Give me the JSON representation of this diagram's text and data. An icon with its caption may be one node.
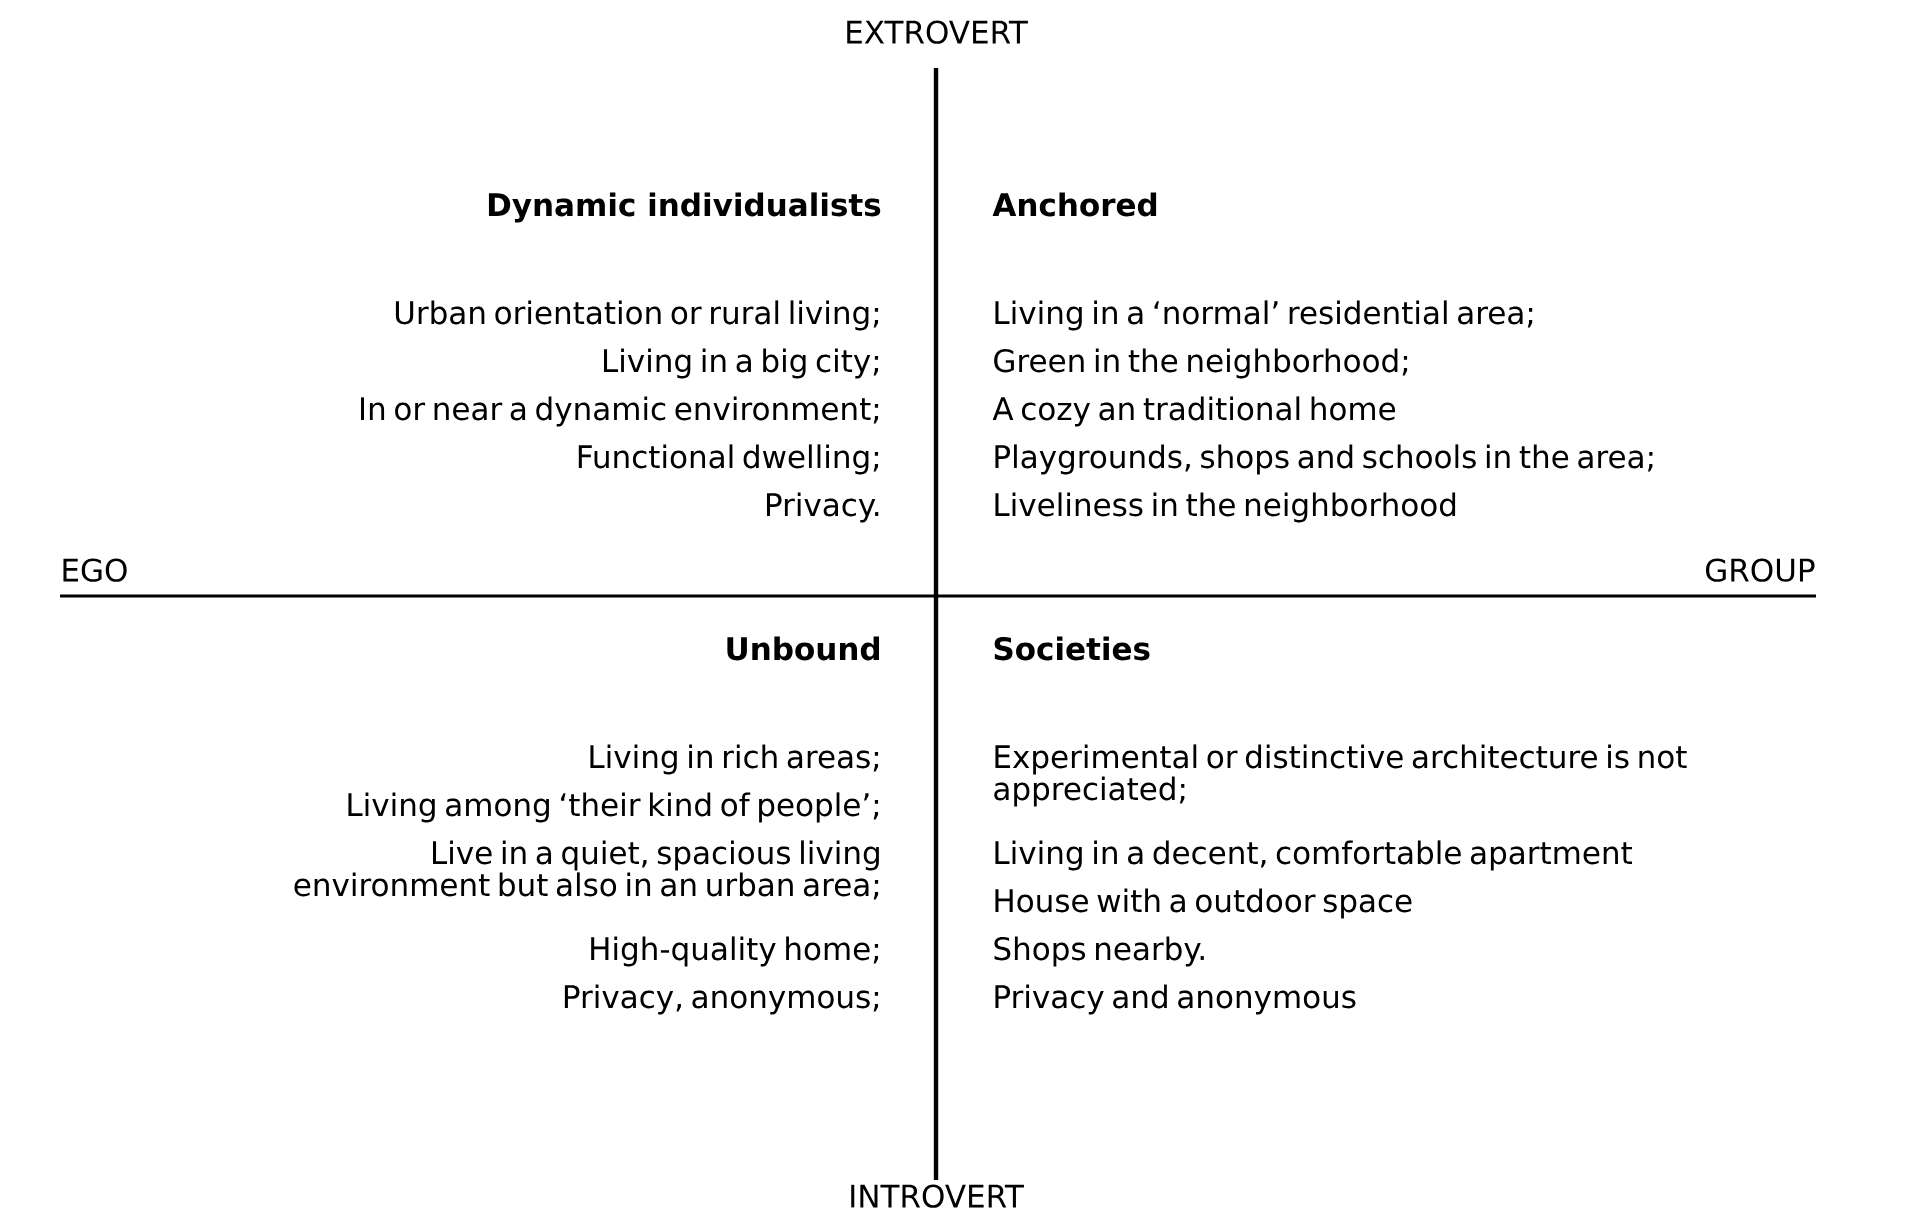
{
  "diagram": {
    "labels": [
      "EXTROVERT",
      "Dynamic individualists",
      "Urban orientation or rural living;",
      "Living in a big city;",
      "In or near a dynamic environment;",
      "Functional dwelling;",
      "Privacy.",
      "Anchored",
      "Living in a ‘normal’ residential area;",
      "Green in the neighborhood;",
      "A cozy an traditional home",
      "Playgrounds, shops and schools in the area;",
      "Liveliness in the neighborhood",
      "EGO",
      "GROUP",
      "Unbound",
      "Living in rich areas;",
      "Living among ‘their kind of people’;",
      "Live in a quiet, spacious living environment but also in an urban area;",
      "High-quality home;",
      "Privacy, anonymous;",
      "Societies",
      "Experimental or distinctive architecture is not appreciated;",
      "Living in a decent, comfortable apartment",
      "House with a outdoor space",
      "Shops nearby.",
      "Privacy and anonymous",
      "INTROVERT"
    ]
  }
}
